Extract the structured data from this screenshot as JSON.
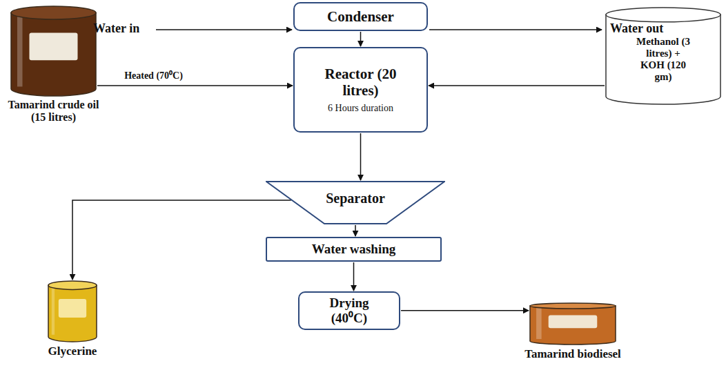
{
  "diagram": {
    "nodes": [
      {
        "text": [
          "Condenser"
        ]
      },
      {
        "text": [
          "Reactor (20 litres)",
          "6 Hours duration"
        ]
      },
      {
        "text": [
          "Tamarind crude oil (15 litres)"
        ]
      },
      {
        "text": [
          "Methanol (3 litres) + KOH (120 gm)"
        ]
      },
      {
        "text": [
          "Separator"
        ]
      },
      {
        "text": [
          "Water washing"
        ]
      },
      {
        "text": [
          "Drying (40⁰C)"
        ]
      },
      {
        "text": [
          "Glycerine"
        ]
      },
      {
        "text": [
          "Tamarind biodiesel"
        ]
      }
    ],
    "edges": [
      {
        "from": 0,
        "to": 1,
        "arrow": "to"
      },
      {
        "from": 2,
        "to": 1,
        "label": "Heated (70⁰C)",
        "arrow": "to"
      },
      {
        "from": 3,
        "to": 1,
        "arrow": "to"
      },
      {
        "from": 1,
        "to": 4,
        "arrow": "to"
      },
      {
        "from": 4,
        "to": 5,
        "arrow": "to"
      },
      {
        "from": 4,
        "to": 7,
        "arrow": "to"
      },
      {
        "from": 5,
        "to": 6,
        "arrow": "to"
      },
      {
        "from": 6,
        "to": 8,
        "arrow": "to"
      }
    ],
    "labels": [
      "Water in",
      "Water out"
    ]
  }
}
